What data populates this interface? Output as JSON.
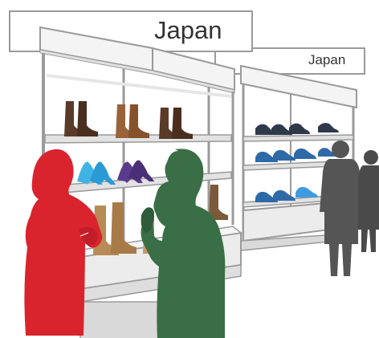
{
  "scene": {
    "colors": {
      "background": "#ffffff",
      "shelf_fill": "#f4f4f4",
      "shelf_stroke": "#9a9a9a",
      "counter_fill": "#e9e9e9",
      "boot_dark_brown": "#5a3a28",
      "boot_tan": "#9a6238",
      "heel_light_blue": "#3fb3e6",
      "heel_purple": "#5a3a8c",
      "tall_boot_tan": "#b88a56",
      "dress_shoe_dark": "#2e3a4a",
      "sneaker_blue": "#2f6aa8",
      "sneaker_light_blue": "#3f9be0",
      "woman_red": "#d9242e",
      "man_green": "#3a6e46",
      "shoppers_grey": "#555555"
    },
    "icons": [
      "shoe-display-shelf",
      "shopper-silhouette"
    ]
  },
  "signs": {
    "main": "Japan",
    "secondary": "Japan"
  }
}
